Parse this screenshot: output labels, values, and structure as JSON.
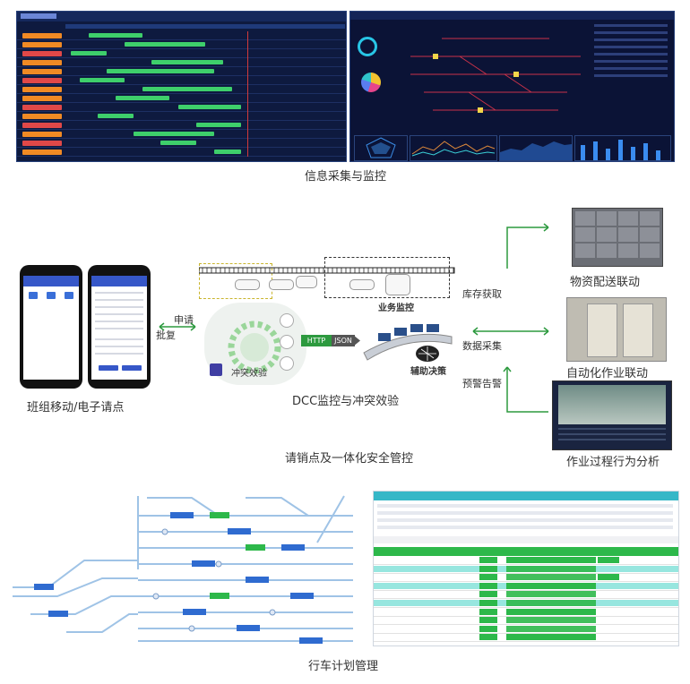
{
  "captions": {
    "info": "信息采集与监控",
    "mobile": "班组移动/电子请点",
    "dcc": "DCC监控与冲突效验",
    "overall": "请销点及一体化安全管控",
    "material": "物资配送联动",
    "automation": "自动化作业联动",
    "behavior": "作业过程行为分析",
    "plan": "行车计划管理"
  },
  "labels": {
    "apply": "申请",
    "reply": "批复",
    "inventory": "库存获取",
    "data_collect": "数据采集",
    "warning": "预警告警",
    "business_monitor": "业务监控",
    "aux_decision": "辅助决策",
    "conflict_check": "冲突效验",
    "http": "HTTP",
    "json": "JSON"
  },
  "colors": {
    "green_accent": "#2d9a3f",
    "dark_blue": "#0e1a3f",
    "bar_green": "#3ecf6b",
    "label_orange": "#f08a24",
    "label_red": "#e04848",
    "table_green": "#2db84a",
    "table_cyan": "#41d1c5"
  },
  "icons": [
    "arrow-left-right-icon",
    "arrow-right-icon",
    "server-cluster-icon",
    "control-console-icon",
    "neural-brain-icon",
    "locker-cabinet-icon",
    "electrical-cabinet-icon",
    "cctv-monitor-icon",
    "smartphone-icon"
  ]
}
